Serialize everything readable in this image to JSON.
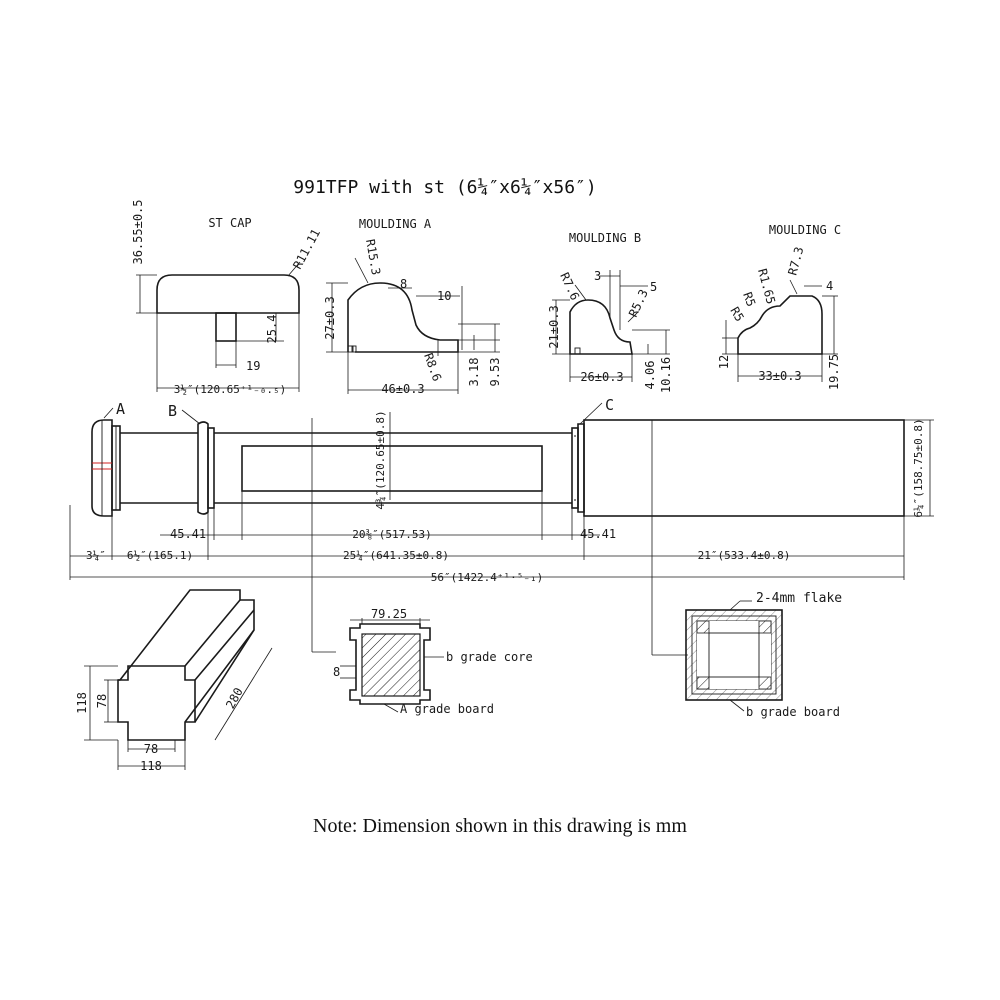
{
  "title": "991TFP with st (6¼″x6¼″x56″)",
  "note": "Note: Dimension shown in this drawing is mm",
  "st_cap": {
    "label": "ST CAP",
    "height": "36.55±0.5",
    "radius": "R11.11",
    "stem_height": "25.4",
    "stem_width": "19",
    "width": "3½″(120.65⁺¹₋₀.₅)"
  },
  "moulding_a": {
    "label": "MOULDING A",
    "r1": "R15.3",
    "r2": "R8.6",
    "height": "27±0.3",
    "d8": "8",
    "d10": "10",
    "d318": "3.18",
    "d953": "9.53",
    "width": "46±0.3"
  },
  "moulding_b": {
    "label": "MOULDING B",
    "r1": "R7.6",
    "r2": "R5.3",
    "d3": "3",
    "d5": "5",
    "height": "21±0.3",
    "d406": "4.06",
    "d1016": "10.16",
    "width": "26±0.3"
  },
  "moulding_c": {
    "label": "MOULDING C",
    "r1": "R7.3",
    "r2": "R1.65",
    "r3": "R5",
    "r4": "R5",
    "d4": "4",
    "d12": "12",
    "height": "19.75",
    "width": "33±0.3"
  },
  "column": {
    "label_a": "A",
    "label_b": "B",
    "label_c": "C",
    "panel_height": "4¾″(120.65±0.8)",
    "side_height": "6¼″(158.75±0.8)",
    "left_gap": "45.41",
    "right_gap": "45.41",
    "panel_length": "20⅜″(517.53)",
    "d_3_quarter": "3¼″",
    "d_6_half": "6½″(165.1)",
    "d_25": "25¼″(641.35±0.8)",
    "d_21": "21″(533.4±0.8)",
    "overall": "56″(1422.4⁺¹·⁵₋₁)"
  },
  "core_block": {
    "d118_h": "118",
    "d78_h": "78",
    "d280": "280",
    "d78_w": "78",
    "d118_w": "118"
  },
  "section_a": {
    "d7925": "79.25",
    "d8": "8",
    "core_label": "b grade core",
    "board_label": "A grade board"
  },
  "section_b": {
    "flake_label": "2-4mm  flake",
    "board_label": "b grade board"
  },
  "colors": {
    "line": "#1a1a1a",
    "accent": "#d22020"
  }
}
